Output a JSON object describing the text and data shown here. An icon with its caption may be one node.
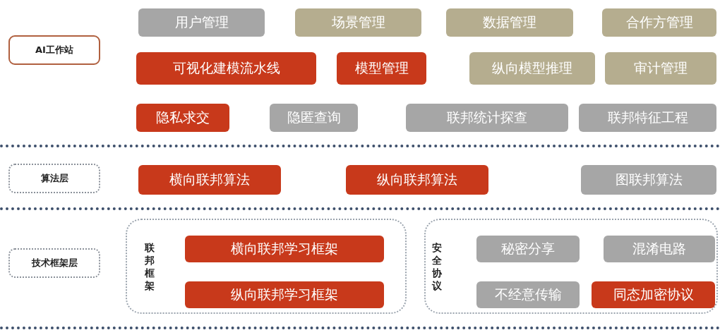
{
  "diagram": {
    "nodes": [
      {
        "text": [
          "AI工作站"
        ]
      },
      {
        "text": [
          "用户管理"
        ]
      },
      {
        "text": [
          "场景管理"
        ]
      },
      {
        "text": [
          "数据管理"
        ]
      },
      {
        "text": [
          "合作方管理"
        ]
      },
      {
        "text": [
          "可视化建模流水线"
        ]
      },
      {
        "text": [
          "模型管理"
        ]
      },
      {
        "text": [
          "纵向模型推理"
        ]
      },
      {
        "text": [
          "审计管理"
        ]
      },
      {
        "text": [
          "隐私求交"
        ]
      },
      {
        "text": [
          "隐匿查询"
        ]
      },
      {
        "text": [
          "联邦统计探查"
        ]
      },
      {
        "text": [
          "联邦特征工程"
        ]
      },
      {
        "text": [
          "算法层"
        ]
      },
      {
        "text": [
          "横向联邦算法"
        ]
      },
      {
        "text": [
          "纵向联邦算法"
        ]
      },
      {
        "text": [
          "图联邦算法"
        ]
      },
      {
        "text": [
          "技术框架层"
        ]
      },
      {
        "text": [
          "联邦框架"
        ]
      },
      {
        "text": [
          "横向联邦学习框架"
        ],
        "in": 18
      },
      {
        "text": [
          "纵向联邦学习框架"
        ],
        "in": 18
      },
      {
        "text": [
          "安全协议"
        ]
      },
      {
        "text": [
          "秘密分享"
        ],
        "in": 21
      },
      {
        "text": [
          "混淆电路"
        ],
        "in": 21
      },
      {
        "text": [
          "不经意传输"
        ],
        "in": 21
      },
      {
        "text": [
          "同态加密协议"
        ],
        "in": 21
      }
    ]
  }
}
